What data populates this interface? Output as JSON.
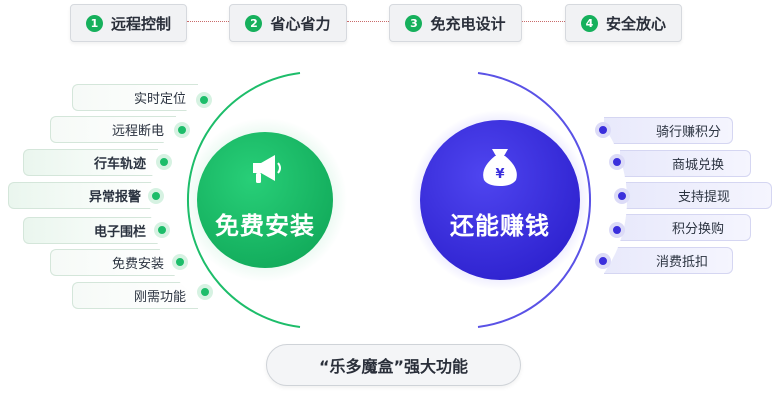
{
  "steps": [
    {
      "num": "1",
      "label": "远程控制"
    },
    {
      "num": "2",
      "label": "省心省力"
    },
    {
      "num": "3",
      "label": "免充电设计"
    },
    {
      "num": "4",
      "label": "安全放心"
    }
  ],
  "left_tags": [
    "实时定位",
    "远程断电",
    "行车轨迹",
    "异常报警",
    "电子围栏",
    "免费安装",
    "刚需功能"
  ],
  "right_tags": [
    "骑行赚积分",
    "商城兑换",
    "支持提现",
    "积分换购",
    "消费抵扣"
  ],
  "left_circle": {
    "title": "免费安装",
    "icon": "megaphone-icon",
    "color": "#1dbd6a"
  },
  "right_circle": {
    "title": "还能赚钱",
    "icon": "money-bag-icon",
    "color": "#3b2fdc"
  },
  "bottom_label": "“乐多魔盒”强大功能"
}
